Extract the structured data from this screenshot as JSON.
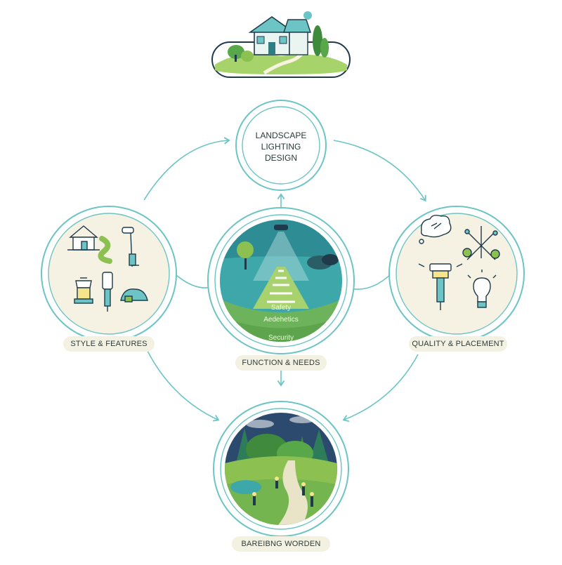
{
  "title": {
    "line1": "LANDSCAPE",
    "line2": "LIGHTING",
    "line3": "DESIGN"
  },
  "nodes": {
    "left_label": "STYLE & FEATURES",
    "center_label": "FUNCTION & NEEDS",
    "right_label": "QUALITY & PLACEMENT",
    "bottom_label": "BAREIBNG WORDEN"
  },
  "center_layers": {
    "top": "Safety",
    "middle": "Aedehetics",
    "bottom": "Security"
  },
  "colors": {
    "teal": "#6cc4c4",
    "deep_teal": "#2e7d84",
    "green": "#8cc152",
    "dark_green": "#3f8a3c",
    "cream": "#f5f2e3",
    "navy": "#1f3a4a"
  }
}
